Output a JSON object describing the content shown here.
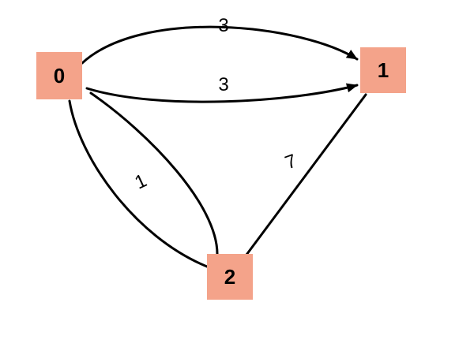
{
  "colors": {
    "node_fill": "#F4A38A",
    "edge": "#000000",
    "text": "#000000",
    "background": "#FFFFFF"
  },
  "nodes": [
    {
      "id": "0",
      "label": "0"
    },
    {
      "id": "1",
      "label": "1"
    },
    {
      "id": "2",
      "label": "2"
    }
  ],
  "edges": [
    {
      "from": "0",
      "to": "1",
      "label": "3",
      "directed": true
    },
    {
      "from": "0",
      "to": "1",
      "label": "3",
      "directed": true
    },
    {
      "from": "0",
      "to": "2",
      "label": "1",
      "directed": false
    },
    {
      "from": "0",
      "to": "2",
      "label": "",
      "directed": false
    },
    {
      "from": "2",
      "to": "1",
      "label": "7",
      "directed": false
    }
  ]
}
